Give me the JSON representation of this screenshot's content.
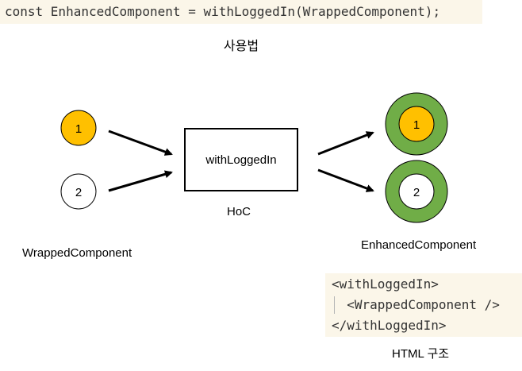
{
  "code_top": "const EnhancedComponent = withLoggedIn(WrappedComponent);",
  "usage_caption": "사용법",
  "nodes": {
    "input_1": "1",
    "input_2": "2",
    "output_1": "1",
    "output_2": "2"
  },
  "hoc_box_label": "withLoggedIn",
  "hoc_caption": "HoC",
  "wrapped_caption": "WrappedComponent",
  "enhanced_caption": "EnhancedComponent",
  "code_bottom": {
    "line1": "<withLoggedIn>",
    "line2": "  <WrappedComponent />",
    "line3": "</withLoggedIn>"
  },
  "html_caption": "HTML 구조",
  "colors": {
    "highlight_fill": "#ffc000",
    "outer_ring": "#70ad47",
    "code_bg": "#fbf6e9"
  }
}
